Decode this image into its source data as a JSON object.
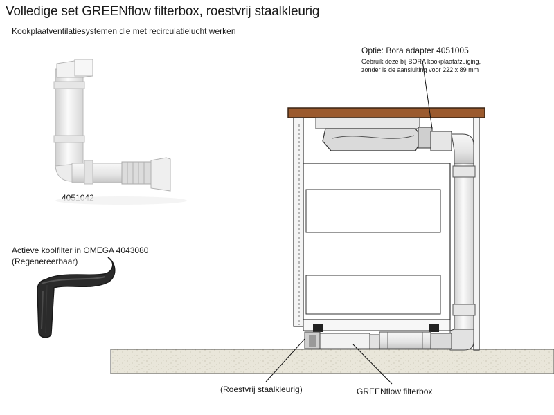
{
  "header": {
    "title": "Volledige set GREENflow filterbox, roestvrij staalkleurig",
    "subtitle": "Kookplaatventilatiesystemen die met recirculatielucht werken"
  },
  "duct_set": {
    "article_number": "4051042"
  },
  "carbon_filter": {
    "label_line1": "Actieve koolfilter in OMEGA   4043080",
    "label_line2": "(Regenereerbaar)"
  },
  "option": {
    "title": "Optie: Bora adapter  4051005",
    "desc_line1": "Gebruik deze bij BORA kookplaatafzuiging,",
    "desc_line2": "zonder is de aansluiting voor 222 x 89 mm"
  },
  "callouts": {
    "stainless": "(Roestvrij staalkleurig)",
    "filterbox": "GREENflow filterbox"
  },
  "colors": {
    "countertop": "#9b5a2e",
    "floor": "#e8e4d8",
    "duct": "#eeeeee",
    "filter": "#2b2b2b",
    "outline": "#333333"
  }
}
